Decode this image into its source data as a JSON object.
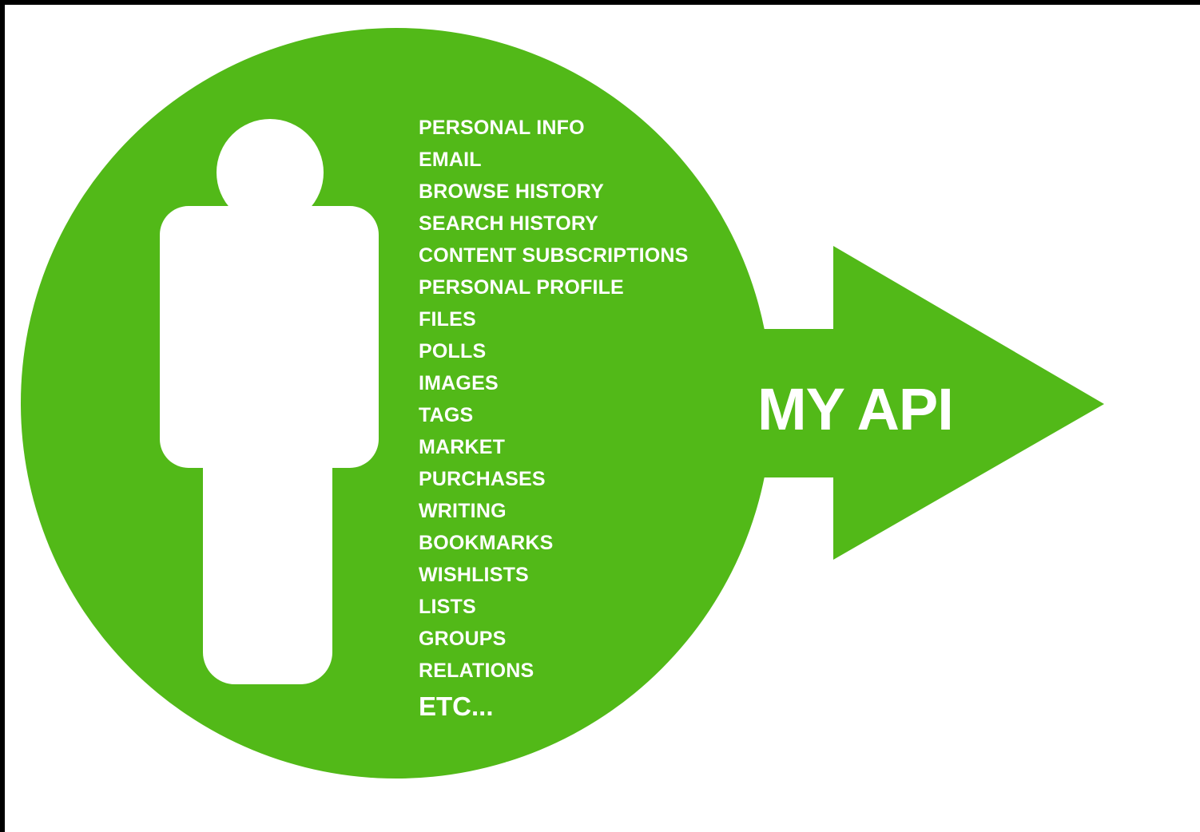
{
  "diagram": {
    "data_items": [
      "PERSONAL INFO",
      "EMAIL",
      "BROWSE HISTORY",
      "SEARCH HISTORY",
      "CONTENT SUBSCRIPTIONS",
      "PERSONAL PROFILE",
      "FILES",
      "POLLS",
      "IMAGES",
      "TAGS",
      "MARKET",
      "PURCHASES",
      "WRITING",
      "BOOKMARKS",
      "WISHLISTS",
      "LISTS",
      "GROUPS",
      "RELATIONS"
    ],
    "etc_label": "ETC...",
    "api_label": "MY API",
    "colors": {
      "green": "#52b918",
      "white": "#ffffff",
      "frame": "#000000"
    },
    "icons": [
      "person-icon",
      "arrow-icon"
    ]
  }
}
